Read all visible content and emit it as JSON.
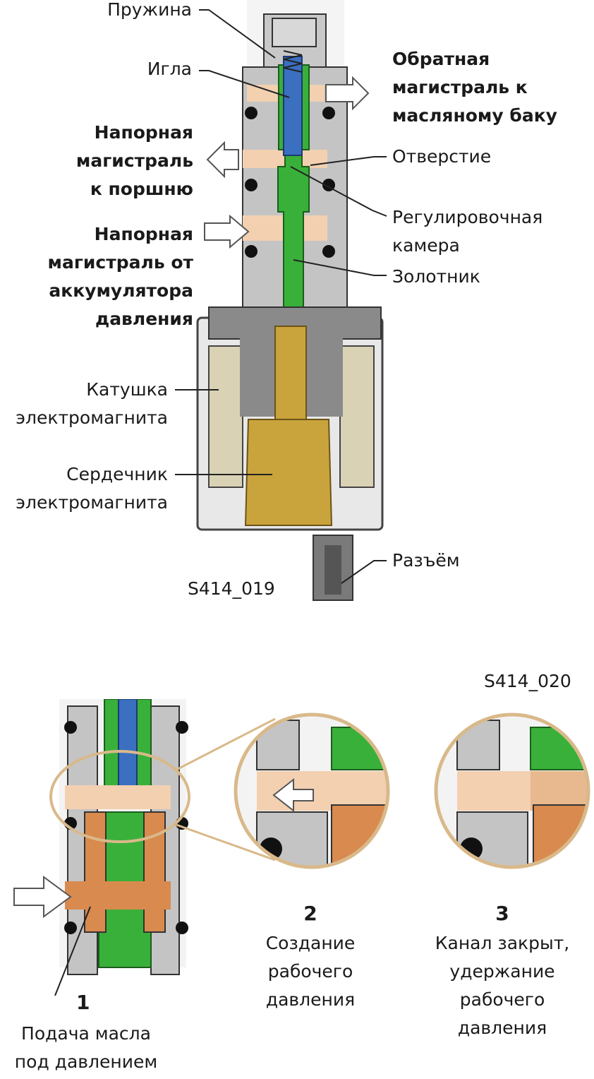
{
  "top": {
    "labels": {
      "spring": "Пружина",
      "needle": "Игла",
      "return_line": [
        "Обратная",
        "магистраль к",
        "масляному баку"
      ],
      "press_to_piston": [
        "Напорная",
        "магистраль",
        "к поршню"
      ],
      "hole": "Отверстие",
      "reg_chamber": [
        "Регулировочная",
        "камера"
      ],
      "press_from_acc": [
        "Напорная",
        "магистраль от",
        "аккумулятора",
        "давления"
      ],
      "spool": "Золотник",
      "coil": [
        "Катушка",
        "электромагнита"
      ],
      "core": [
        "Сердечник",
        "электромагнита"
      ],
      "connector": "Разъём"
    },
    "code": "S414_019"
  },
  "bottom": {
    "code": "S414_020",
    "steps": [
      {
        "number": "1",
        "text": [
          "Подача масла",
          "под давлением"
        ]
      },
      {
        "number": "2",
        "text": [
          "Создание",
          "рабочего",
          "давления"
        ]
      },
      {
        "number": "3",
        "text": [
          "Канал закрыт,",
          "удержание",
          "рабочего",
          "давления"
        ]
      }
    ]
  },
  "colors": {
    "housing": "#c8c8c8",
    "housing_dark": "#8a8a8a",
    "spool_green": "#39b03a",
    "needle_blue": "#3b6fc0",
    "oil_light": "#f2d0b0",
    "oil_orange": "#d98a4e",
    "core_yellow": "#c9a33c",
    "ring_gold": "#d9b98a"
  }
}
